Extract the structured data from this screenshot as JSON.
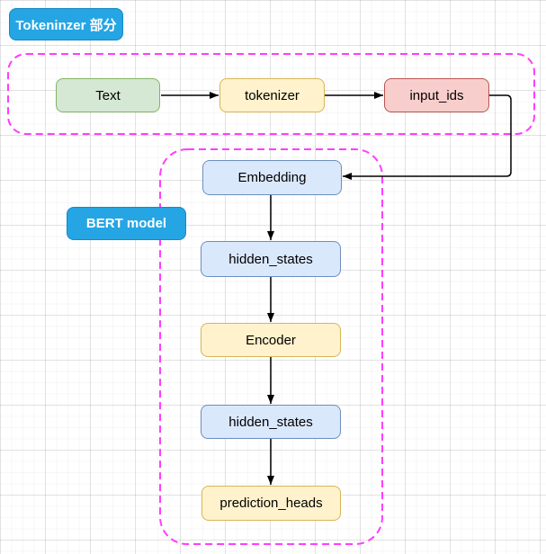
{
  "diagram": {
    "section_labels": [
      {
        "id": "tokenizer_section",
        "label": "Tokeninzer 部分"
      },
      {
        "id": "bert_model",
        "label": "BERT model"
      }
    ],
    "nodes": {
      "text": {
        "label": "Text",
        "fill": "#D5E8D4",
        "stroke": "#82B366"
      },
      "tokenizer": {
        "label": "tokenizer",
        "fill": "#FFF2CC",
        "stroke": "#D6B656"
      },
      "input_ids": {
        "label": "input_ids",
        "fill": "#F8CECC",
        "stroke": "#B85450"
      },
      "embedding": {
        "label": "Embedding",
        "fill": "#DAE8FC",
        "stroke": "#6C8EBF"
      },
      "hidden_states_1": {
        "label": "hidden_states",
        "fill": "#DAE8FC",
        "stroke": "#6C8EBF"
      },
      "encoder": {
        "label": "Encoder",
        "fill": "#FFF2CC",
        "stroke": "#D6B656"
      },
      "hidden_states_2": {
        "label": "hidden_states",
        "fill": "#DAE8FC",
        "stroke": "#6C8EBF"
      },
      "prediction_heads": {
        "label": "prediction_heads",
        "fill": "#FFF2CC",
        "stroke": "#D6B656"
      }
    },
    "edges": [
      {
        "from": "Text",
        "to": "tokenizer"
      },
      {
        "from": "tokenizer",
        "to": "input_ids"
      },
      {
        "from": "input_ids",
        "to": "Embedding"
      },
      {
        "from": "Embedding",
        "to": "hidden_states"
      },
      {
        "from": "hidden_states",
        "to": "Encoder"
      },
      {
        "from": "Encoder",
        "to": "hidden_states"
      },
      {
        "from": "hidden_states",
        "to": "prediction_heads"
      }
    ],
    "colors": {
      "section_boundary": "#FF3DFF",
      "label_fill": "#25A5E3",
      "label_stroke": "#1489C8",
      "label_text": "#FFFFFF",
      "arrow": "#000000",
      "grid_major": "#E8E8E8",
      "grid_minor": "#F6F6F6"
    }
  }
}
